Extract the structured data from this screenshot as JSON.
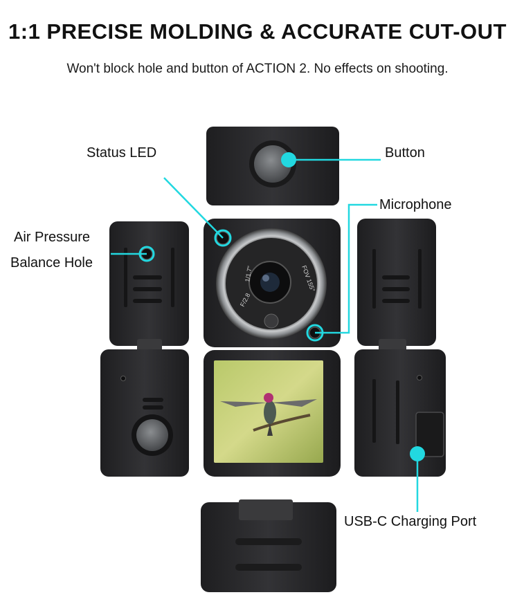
{
  "headline": "1:1 PRECISE MOLDING & ACCURATE CUT-OUT",
  "subheadline": "Won't block hole and button of ACTION 2. No effects on shooting.",
  "callouts": {
    "status_led": "Status LED",
    "button": "Button",
    "microphone": "Microphone",
    "air_pressure_line1": "Air Pressure",
    "air_pressure_line2": "Balance Hole",
    "usb_c": "USB-C Charging Port"
  },
  "lens_text": {
    "aperture": "F/2.8",
    "sensor": "1/1.7\"",
    "fov": "FOV 155°"
  },
  "colors": {
    "accent": "#22d8e0",
    "silicone": "#2a2a2c",
    "text": "#111111"
  }
}
